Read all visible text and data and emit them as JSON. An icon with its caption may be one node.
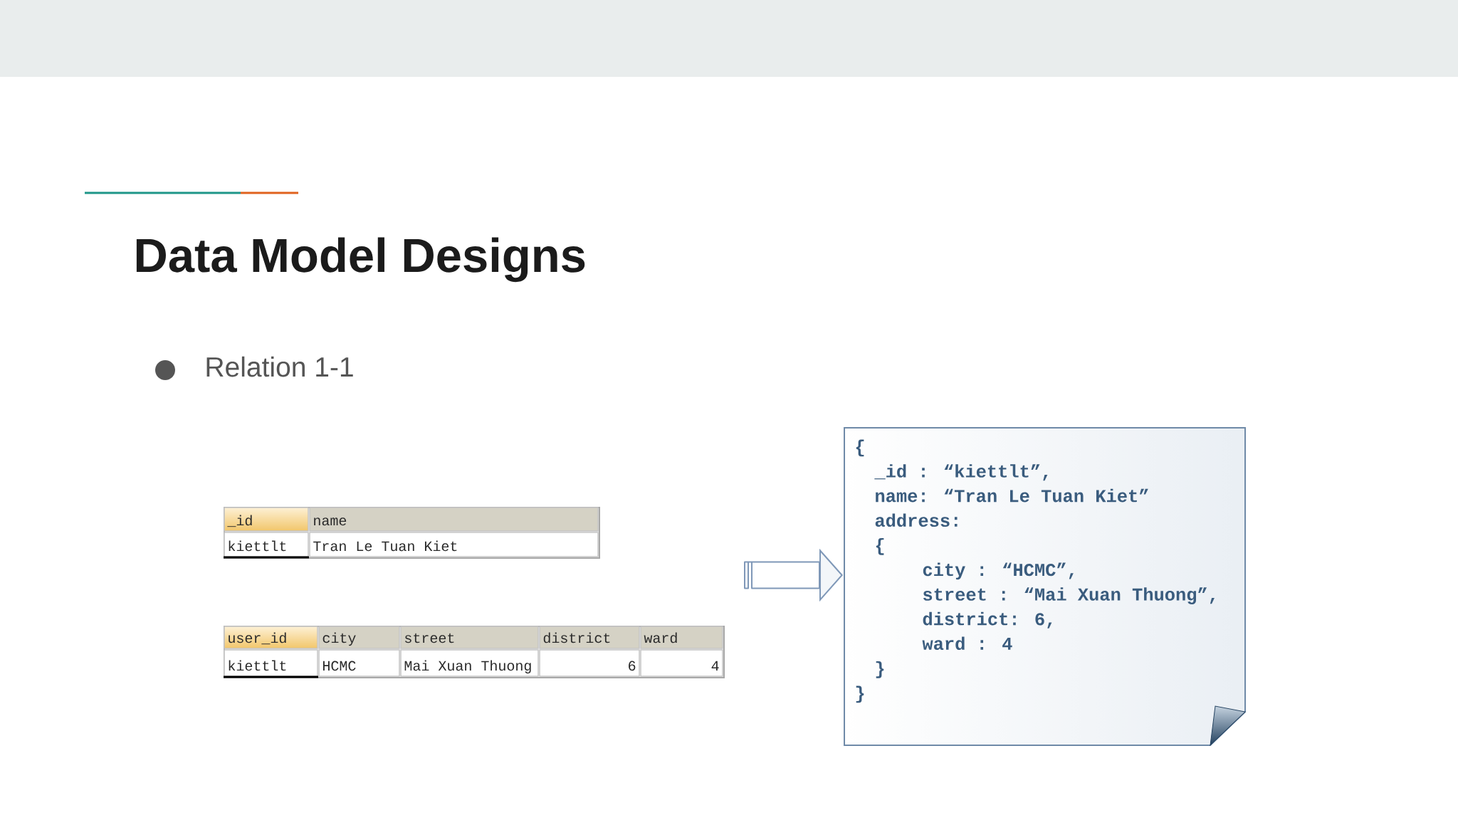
{
  "diagram": {
    "title": "Data Model Designs",
    "nodes": [
      {
        "text": [
          "_id",
          "name",
          "kiettlt",
          "Tran Le Tuan Kiet"
        ]
      },
      {
        "text": [
          "user_id",
          "city",
          "street",
          "district",
          "ward",
          "kiettlt",
          "HCMC",
          "Mai Xuan Thuong",
          "6",
          "4"
        ]
      },
      {
        "text": [
          "{",
          "_id : “kiettlt”,",
          "name: “Tran Le Tuan Kiet”",
          "address:",
          "{",
          "city : “HCMC”,",
          "street : “Mai Xuan Thuong”,",
          "district: 6,",
          "ward : 4",
          "}",
          "}"
        ]
      }
    ],
    "edges": [
      {
        "from": null,
        "to": 2,
        "arrow": "to"
      }
    ],
    "labels": [
      "Relation 1-1"
    ]
  }
}
